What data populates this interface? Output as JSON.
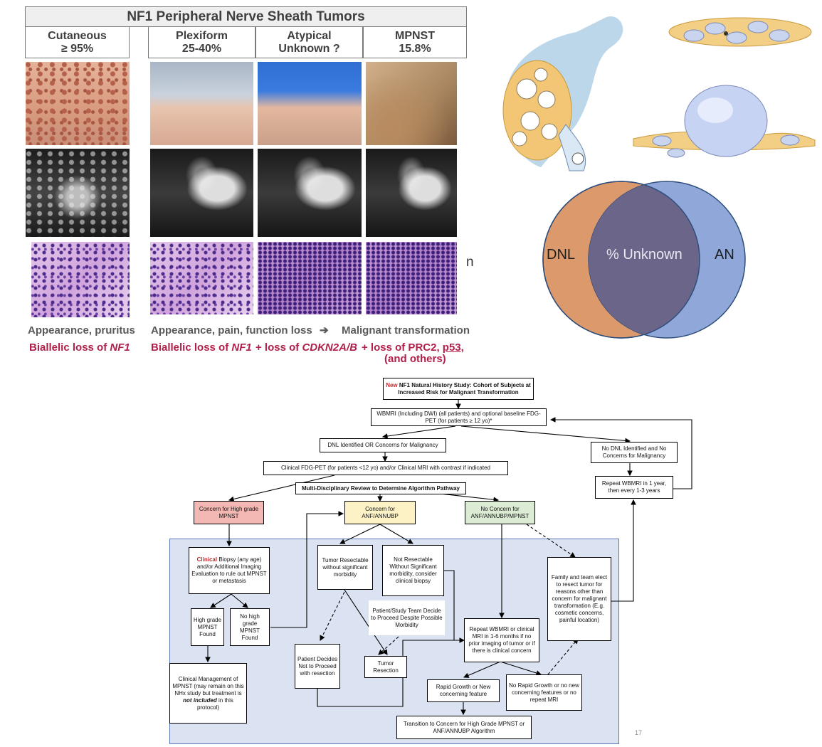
{
  "table": {
    "title": "NF1 Peripheral Nerve Sheath Tumors",
    "columns": [
      {
        "name": "Cutaneous",
        "value": "≥ 95%"
      },
      {
        "name": "Plexiform",
        "value": "25-40%"
      },
      {
        "name": "Atypical",
        "value": "Unknown ?"
      },
      {
        "name": "MPNST",
        "value": "15.8%"
      }
    ],
    "captions": {
      "cutaneous_effect": "Appearance, pruritus",
      "plexiform_effect": "Appearance, pain, function loss",
      "arrow": "➔",
      "malignant": "Malignant transformation",
      "cutaneous_gene_prefix": "Biallelic loss of ",
      "cutaneous_gene": "NF1",
      "plexiform_gene_prefix": "Biallelic loss of ",
      "plexiform_gene": "NF1",
      "atypical_gene_prefix": "+ loss of ",
      "atypical_gene": "CDKN2A/B",
      "mpnst_gene_prefix": "+ loss of PRC2, ",
      "mpnst_gene_p53": "p53",
      "mpnst_gene_suffix": ",",
      "mpnst_gene_line2": "(and others)"
    },
    "stray_letter": "n"
  },
  "venn": {
    "left_label": "DNL",
    "center_label": "% Unknown",
    "right_label": "AN",
    "left_color": "#dc9a6c",
    "right_color": "#8fa8d9",
    "overlap_color": "#6b6689"
  },
  "flow": {
    "title_new": "New",
    "title_rest": " NF1 Natural History Study: Cohort of Subjects at Increased Risk for Malignant Transformation",
    "wbmri": "WBMRI (Including DWI) (all patients) and optional baseline FDG-PET (for patients ≥ 12 yo)*",
    "dnl_identified": "DNL Identified OR Concerns for Malignancy",
    "no_dnl": "No DNL Identified and No Concerns for Malignancy",
    "clinical_pet": "Clinical FDG-PET (for patients <12 yo) and/or Clinical MRI with contrast if indicated",
    "repeat_wbmri": "Repeat WBMRI in 1 year, then every 1-3 years",
    "mdr": "Multi-Disciplinary Review to Determine Algorithm Pathway",
    "concern_high": "Concern for High grade MPNST",
    "concern_anf": "Concern for ANF/ANNUBP",
    "no_concern": "No Concern for ANF/ANNUBP/MPNST",
    "biopsy_red": "Clinical",
    "biopsy_rest": " Biopsy (any age) and/or Additional Imaging Evaluation to rule out MPNST or metastasis",
    "tumor_resectable": "Tumor Resectable without significant morbidity",
    "not_resectable": "Not Resectable Without Significant morbidity, consider clinical biopsy",
    "family_team": "Family and team elect to resect tumor for reasons other than concern for malignant transformation (E.g. cosmetic concerns, painful location)",
    "patient_study_team": "Patient/Study Team Decide to Proceed Despite Possible Morbidity",
    "high_grade_found": "High grade MPNST Found",
    "no_high_grade": "No high grade MPNST Found",
    "repeat_wbmri_clinical": "Repeat WBMRI or clinical MRI in 1-6 months if no prior imaging of tumor or if there is clinical concern",
    "patient_decides": "Patient Decides Not to Proceed with resection",
    "tumor_resection": "Tumor Resection",
    "clinical_mgmt_a": "Clinical Management of MPNST (may remain on this NHx study but treatment is ",
    "clinical_mgmt_b": "not included",
    "clinical_mgmt_c": " in this protocol)",
    "rapid_growth": "Rapid Growth or New concerning feature",
    "no_rapid_growth": "No Rapid Growth or no new concerning features or no repeat MRI",
    "transition": "Transition to Concern for High Grade MPNST or ANF/ANNUBP Algorithm"
  },
  "page_number": "17"
}
